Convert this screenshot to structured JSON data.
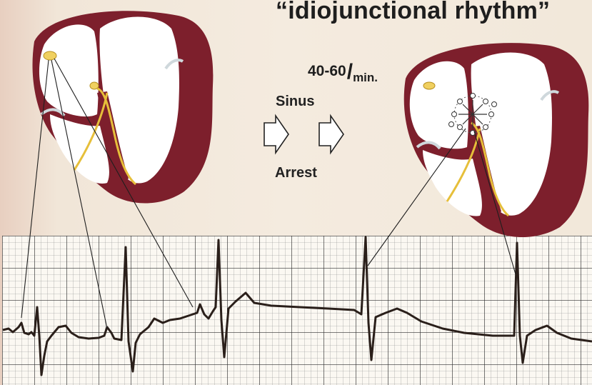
{
  "title": "“idiojunctional rhythm”",
  "rate": {
    "value": "40-60",
    "slash": "/",
    "unit": "min."
  },
  "labels": {
    "sinus": "Sinus",
    "arrest": "Arrest"
  },
  "arrows": [
    "right-arrow-icon",
    "right-arrow-icon"
  ],
  "colors": {
    "myocardium": "#7d1f2c",
    "conduction": "#e6bf3a",
    "ecg_trace": "#2a1f1a",
    "grid": "#4a4a4a",
    "background": "#f2e8da"
  }
}
